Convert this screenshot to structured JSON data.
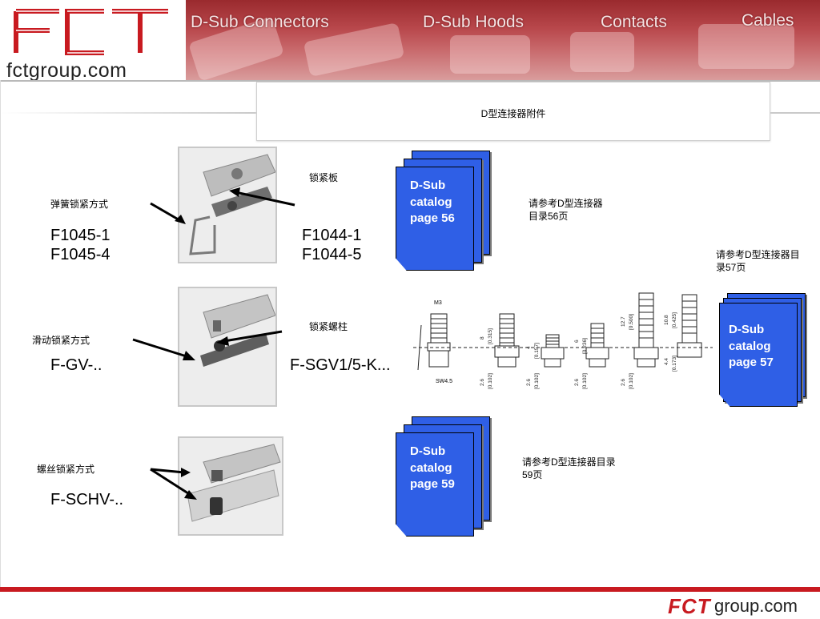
{
  "header": {
    "logo_text": "FCT",
    "logo_url": "fctgroup.com",
    "nav": [
      "D-Sub Connectors",
      "D-Sub Hoods",
      "Contacts",
      "Cables"
    ]
  },
  "title": "D型连接器附件",
  "rows": [
    {
      "left_label": "弹簧锁紧方式",
      "left_parts": [
        "F1045-1",
        "F1045-4"
      ],
      "right_label": "锁紧板",
      "right_parts": [
        "F1044-1",
        "F1044-5"
      ],
      "catalog": "D-Sub catalog page 56",
      "note": "请参考D型连接器目录56页"
    },
    {
      "left_label": "滑动锁紧方式",
      "left_parts": [
        "F-GV-.."
      ],
      "right_label": "锁紧螺柱",
      "right_parts": [
        "F-SGV1/5-K..."
      ],
      "catalog": "D-Sub catalog page 57",
      "note": "请参考D型连接器目录57页"
    },
    {
      "left_label": "螺丝锁紧方式",
      "left_parts": [
        "F-SCHV-.."
      ],
      "catalog": "D-Sub catalog page 59",
      "note": "请参考D型连接器目录59页"
    }
  ],
  "drawing_labels": {
    "thread": "M3",
    "wrench": "SW4.5",
    "dims": [
      "8",
      "4",
      "6",
      "12.7",
      "10.8",
      "4.4",
      "2.6",
      "2.6",
      "2.6",
      "2.6"
    ],
    "dims_in": [
      "[0.315]",
      "[0.157]",
      "[0.236]",
      "[0.500]",
      "[0.425]",
      "[0.173]",
      "[0.102]",
      "[0.102]",
      "[0.102]",
      "[0.102]"
    ]
  },
  "footer": {
    "fct": "FCT",
    "group": "group.com"
  },
  "colors": {
    "brand_red": "#c81a20",
    "catalog_blue": "#2f5fe6"
  }
}
